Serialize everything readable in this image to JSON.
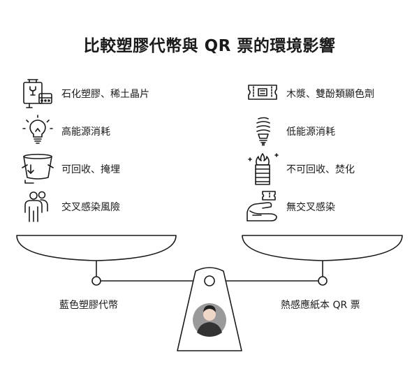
{
  "title": "比較塑膠代幣與 QR 票的環境影響",
  "left": {
    "label": "藍色塑膠代幣",
    "items": [
      {
        "icon": "oil-refinery-icon",
        "text": "石化塑膠、稀土晶片"
      },
      {
        "icon": "lightbulb-icon",
        "text": "高能源消耗"
      },
      {
        "icon": "recycle-bin-icon",
        "text": "可回收、掩埋"
      },
      {
        "icon": "people-icon",
        "text": "交叉感染風險"
      }
    ]
  },
  "right": {
    "label": "熱感應紙本 QR 票",
    "items": [
      {
        "icon": "paper-ticket-icon",
        "text": "木漿、雙酚類顯色劑"
      },
      {
        "icon": "energy-saving-bulb-icon",
        "text": "低能源消耗"
      },
      {
        "icon": "incineration-icon",
        "text": "不可回收、焚化"
      },
      {
        "icon": "hand-ticket-icon",
        "text": "無交叉感染"
      }
    ]
  }
}
